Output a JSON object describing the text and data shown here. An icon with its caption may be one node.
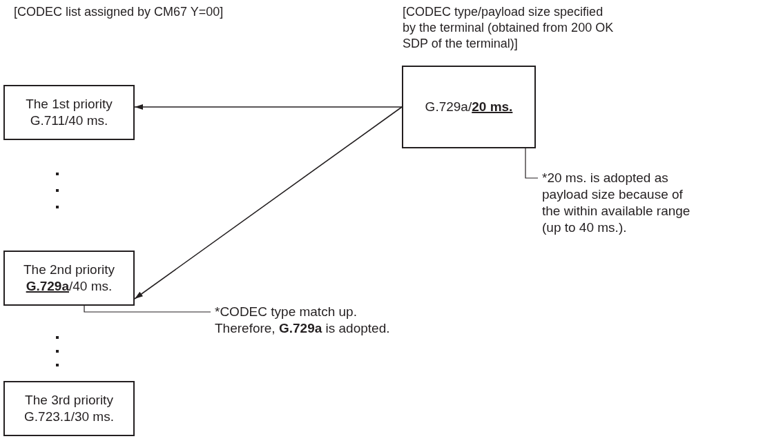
{
  "diagram": {
    "nodes": [
      {
        "text": [
          "The 1st priority G.711/40 ms."
        ]
      },
      {
        "text": [
          "The 2nd priority **G.729a**/40 ms."
        ]
      },
      {
        "text": [
          "The 3rd priority G.723.1/30 ms."
        ]
      },
      {
        "text": [
          "G.729a/**20 ms.**"
        ]
      },
      {
        "text": [
          "*20 ms. is adopted as payload size because of the within available range (up to 40 ms.)."
        ]
      },
      {
        "text": [
          "*CODEC type match up. Therefore, **G.729a** is adopted."
        ]
      }
    ],
    "edges": [
      {
        "from": 3,
        "to": 0,
        "arrow": "to"
      },
      {
        "from": 3,
        "to": 1,
        "arrow": "to"
      },
      {
        "from": 4,
        "to": 3,
        "arrow": "none"
      },
      {
        "from": 5,
        "to": 1,
        "arrow": "none"
      }
    ],
    "labels": [
      "[CODEC list assigned by CM67 Y=00]",
      "[CODEC type/payload size specified by the terminal (obtained from 200 OK SDP of the terminal)]"
    ]
  }
}
